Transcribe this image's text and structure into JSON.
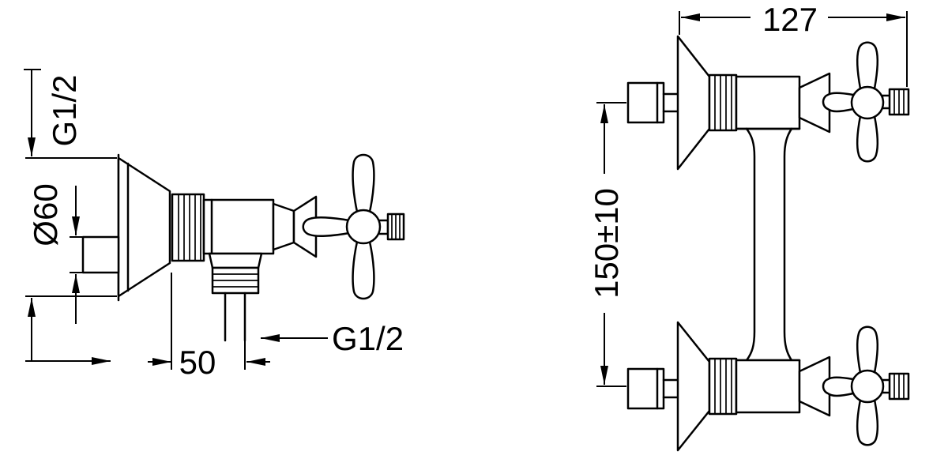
{
  "dimensions": {
    "side_view": {
      "top_thread": "G1/2",
      "plate_diameter": "Ø60",
      "outlet_offset": "50",
      "outlet_thread": "G1/2"
    },
    "front_view": {
      "overall_width": "127",
      "mounting_distance": "150±10"
    }
  },
  "colors": {
    "line": "#000000",
    "background": "#ffffff"
  }
}
